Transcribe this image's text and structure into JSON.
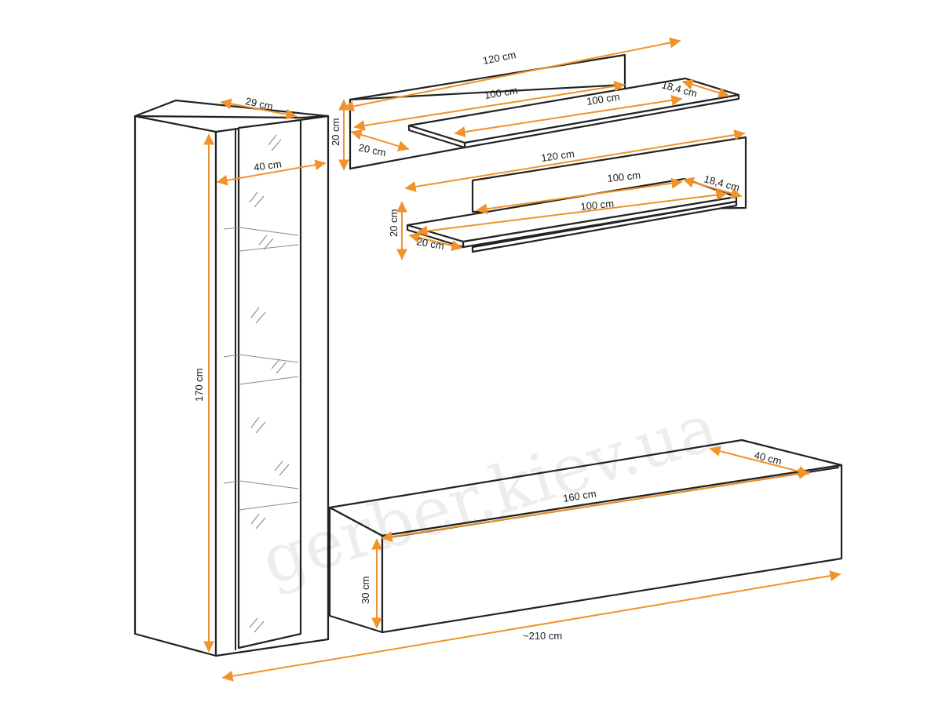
{
  "watermark": "gerber.kiev.ua",
  "colors": {
    "dimension": "#f0932b",
    "outline": "#222222"
  },
  "dimensions": {
    "wall_panel_1_width": "120 cm",
    "wall_panel_1_height": "20 cm",
    "wall_panel_1_depth": "20 cm",
    "shelf_1_panel_length": "100 cm",
    "shelf_1_length": "100 cm",
    "shelf_1_depth": "18,4 cm",
    "wall_panel_2_width": "120 cm",
    "wall_panel_2_inner": "100 cm",
    "wall_panel_2_height": "20 cm",
    "wall_panel_2_depth": "20 cm",
    "shelf_2_length": "100 cm",
    "shelf_2_depth": "18,4 cm",
    "cabinet_depth": "29 cm",
    "cabinet_width": "40 cm",
    "cabinet_height": "170 cm",
    "tv_stand_depth": "40 cm",
    "tv_stand_length": "160 cm",
    "tv_stand_height": "30 cm",
    "total_width": "~210 cm"
  }
}
